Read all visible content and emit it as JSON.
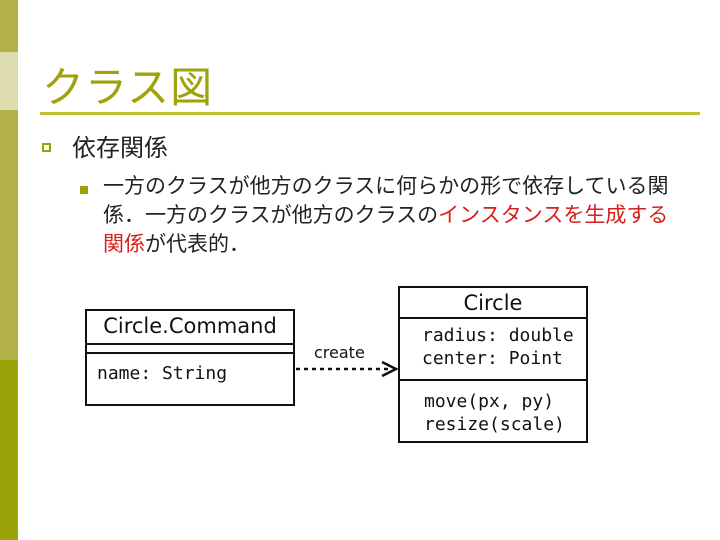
{
  "slide": {
    "title": "クラス図",
    "heading": "依存関係",
    "paragraph": {
      "part1": "一方のクラスが他方のクラスに何らかの形で依存している関係．一方のクラスが他方のクラスの",
      "highlight": "インスタンスを生成する関係",
      "part2": "が代表的．"
    },
    "colors": {
      "title": "#9ea20b",
      "highlight": "#d62020",
      "accent_bar": "#b2b249"
    }
  },
  "diagram": {
    "circle_command": {
      "name": "Circle.Command",
      "attributes": [
        "name: String"
      ]
    },
    "circle": {
      "name": "Circle",
      "attributes": [
        "radius: double",
        "center: Point"
      ],
      "operations": [
        "move(px, py)",
        "resize(scale)"
      ]
    },
    "dependency": {
      "label": "create",
      "from": "Circle.Command",
      "to": "Circle",
      "style": "dashed-arrow"
    }
  }
}
